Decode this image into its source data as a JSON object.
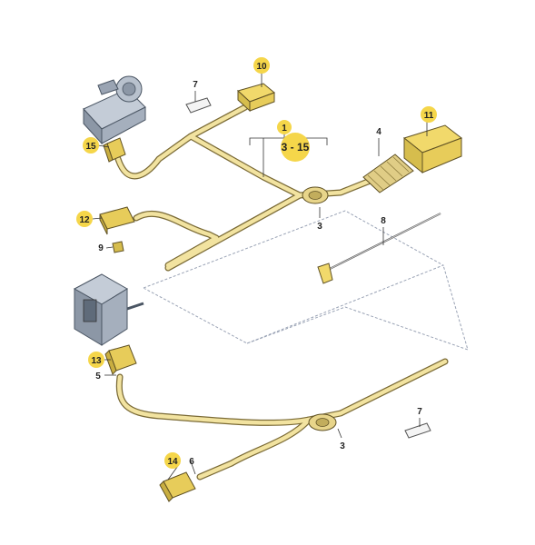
{
  "diagram": {
    "callouts": [
      {
        "id": "c1",
        "text": "1"
      },
      {
        "id": "c3a",
        "text": "3 - 15"
      },
      {
        "id": "c4",
        "text": "4"
      },
      {
        "id": "c11",
        "text": "11"
      },
      {
        "id": "c10",
        "text": "10"
      },
      {
        "id": "c7a",
        "text": "7"
      },
      {
        "id": "c15",
        "text": "15"
      },
      {
        "id": "c3b",
        "text": "3"
      },
      {
        "id": "c8",
        "text": "8"
      },
      {
        "id": "c12",
        "text": "12"
      },
      {
        "id": "c9",
        "text": "9"
      },
      {
        "id": "c13",
        "text": "13"
      },
      {
        "id": "c5",
        "text": "5"
      },
      {
        "id": "c7b",
        "text": "7"
      },
      {
        "id": "c3c",
        "text": "3"
      },
      {
        "id": "c14",
        "text": "14"
      },
      {
        "id": "c6",
        "text": "6"
      }
    ],
    "colors": {
      "harness": "#f2e3a0",
      "harness_outline": "#7a6a35",
      "callout_fill": "#f5d64a",
      "part_gray": "#a7b3c2",
      "part_dark": "#5f6b7a",
      "guide_line": "#9aa3b5"
    }
  }
}
